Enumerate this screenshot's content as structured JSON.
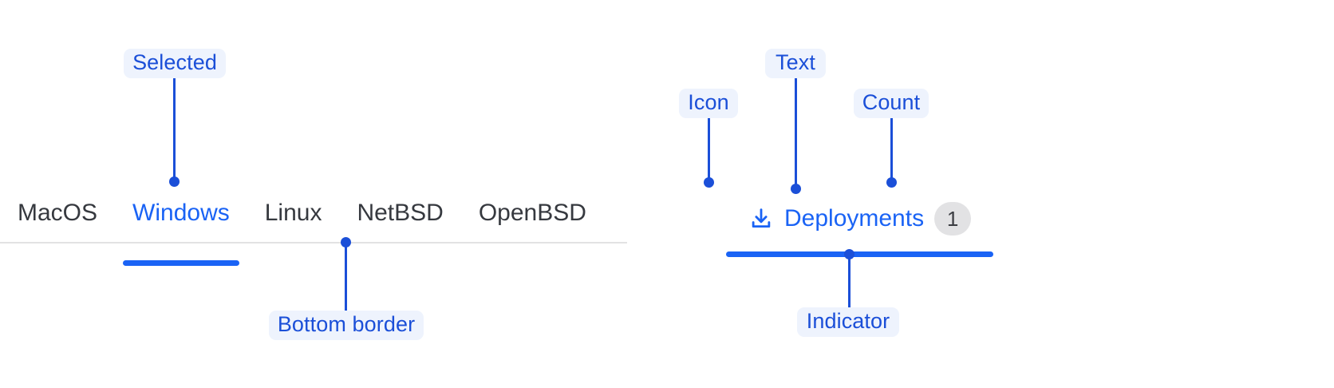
{
  "accent_color": "#1a63f5",
  "annotation_color": "#1b4fd8",
  "annotation_badge_bg": "#eef3fd",
  "inactive_tab_color": "#36393f",
  "divider_color": "#e2e2e3",
  "count_pill_bg": "#e2e2e4",
  "left_example": {
    "tabs": [
      {
        "label": "MacOS",
        "selected": false
      },
      {
        "label": "Windows",
        "selected": true
      },
      {
        "label": "Linux",
        "selected": false
      },
      {
        "label": "NetBSD",
        "selected": false
      },
      {
        "label": "OpenBSD",
        "selected": false
      }
    ],
    "annotations": [
      {
        "label": "Selected",
        "target": "selected-tab"
      },
      {
        "label": "Bottom border",
        "target": "tabstrip-divider"
      }
    ]
  },
  "right_example": {
    "tab": {
      "icon": "download-icon",
      "label": "Deployments",
      "count": "1",
      "selected": true
    },
    "annotations": [
      {
        "label": "Icon",
        "target": "tab-icon"
      },
      {
        "label": "Text",
        "target": "tab-label"
      },
      {
        "label": "Count",
        "target": "tab-count"
      },
      {
        "label": "Indicator",
        "target": "tab-indicator"
      }
    ]
  }
}
